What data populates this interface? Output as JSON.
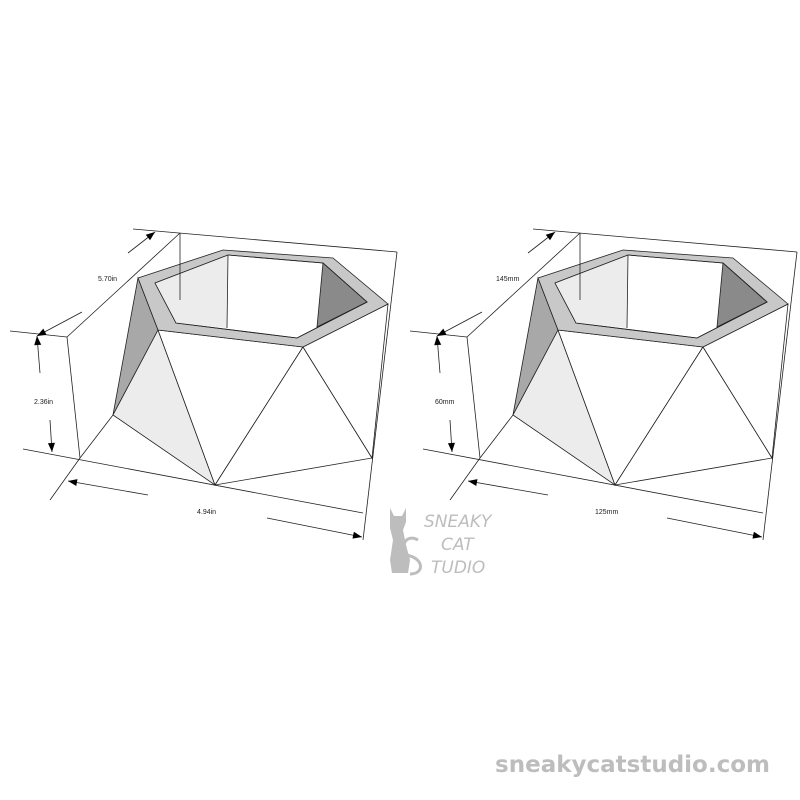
{
  "drawings": [
    {
      "units": "inches",
      "depth_label": "5.70in",
      "height_label": "2.36in",
      "width_label": "4.94in"
    },
    {
      "units": "millimeters",
      "depth_label": "145mm",
      "height_label": "60mm",
      "width_label": "125mm"
    }
  ],
  "watermark": {
    "lines": [
      "SNEAKY",
      "CAT",
      "STUDIO"
    ],
    "color": "#bdbdbd"
  },
  "website": "sneakycatstudio.com",
  "colors": {
    "rim": "#c8c8c8",
    "dark_face": "#8a8a8a",
    "side_face": "#a8a8a8",
    "light_face": "#ececec",
    "line": "#222222"
  }
}
